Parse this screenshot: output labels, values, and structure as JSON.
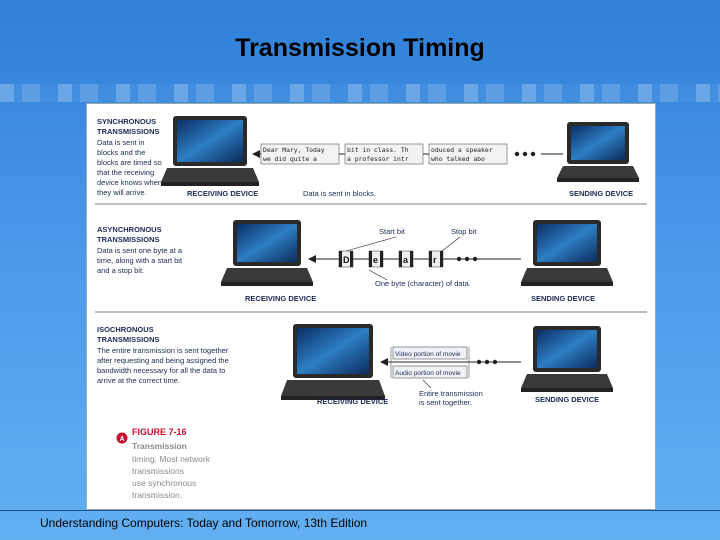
{
  "slide": {
    "title": "Transmission Timing",
    "footer": "Understanding Computers: Today and Tomorrow, 13th Edition"
  },
  "colors": {
    "background_top": "#2f7fd8",
    "background_bottom": "#62b0f2",
    "figure_red": "#c8102e",
    "label_navy": "#1b2a55"
  },
  "sync": {
    "heading": [
      "SYNCHRONOUS",
      "TRANSMISSIONS"
    ],
    "description": [
      "Data is sent in",
      "blocks and the",
      "blocks are timed so",
      "that the receiving",
      "device knows when",
      "they will arrive."
    ],
    "blocks": [
      [
        "Dear Mary, Today",
        "we did quite a"
      ],
      [
        "bit in class. Th",
        "a professor intr"
      ],
      [
        "oduced a speaker",
        "who talked abo"
      ]
    ],
    "receiving_label": "RECEIVING DEVICE",
    "sending_label": "SENDING DEVICE",
    "caption": "Data is sent in blocks."
  },
  "async": {
    "heading": [
      "ASYNCHRONOUS",
      "TRANSMISSIONS"
    ],
    "description": [
      "Data is sent one byte at a",
      "time, along with a start bit",
      "and a stop bit."
    ],
    "bytes": [
      "D",
      "e",
      "a",
      "r"
    ],
    "start_bit_label": "Start bit",
    "stop_bit_label": "Stop bit",
    "byte_caption": "One byte (character) of data.",
    "receiving_label": "RECEIVING DEVICE",
    "sending_label": "SENDING DEVICE"
  },
  "iso": {
    "heading": [
      "ISOCHRONOUS",
      "TRANSMISSIONS"
    ],
    "description": [
      "The entire transmission is sent together",
      "after requesting and being assigned the",
      "bandwidth necessary for all the data to",
      "arrive at the correct time."
    ],
    "video_label": "Video portion of movie",
    "audio_label": "Audio portion of movie",
    "together_caption": [
      "Entire transmission",
      "is sent together."
    ],
    "receiving_label": "RECEIVING DEVICE",
    "sending_label": "SENDING DEVICE"
  },
  "figure": {
    "badge": "A",
    "number": "FIGURE 7-16",
    "caption_bold": "Transmission",
    "caption_lines": [
      "timing. Most network",
      "transmissions",
      "use synchronous",
      "transmission."
    ]
  }
}
